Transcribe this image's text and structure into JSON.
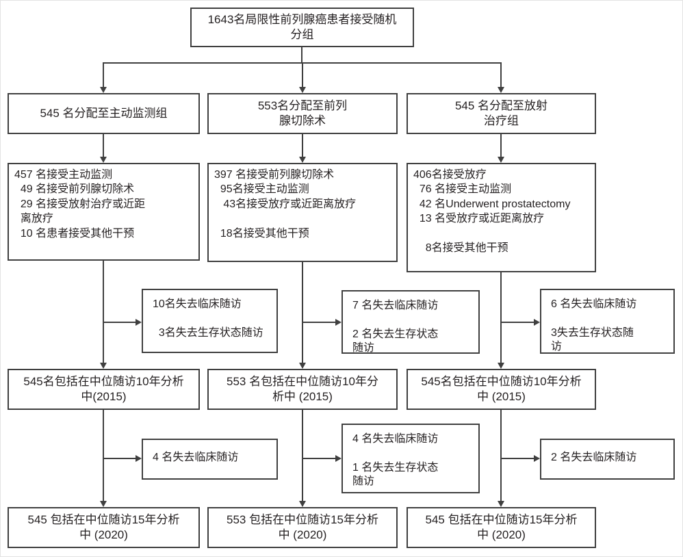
{
  "flowchart": {
    "randomization": "1643名局限性前列腺癌患者接受随机\n分组",
    "columns": [
      {
        "name": "active-monitoring",
        "allocation": "545 名分配至主动监测组",
        "treatment": "457 名接受主动监测\n  49 名接受前列腺切除术\n  29 名接受放射治疗或近距\n  离放疗\n  10 名患者接受其他干预",
        "lost_followup_1": "10名失去临床随访\n\n  3名失去生存状态随访",
        "analysis_2015": "545名包括在中位随访10年分析\n中(2015)",
        "lost_followup_2": "4 名失去临床随访",
        "analysis_2020": "545 包括在中位随访15年分析\n中 (2020)"
      },
      {
        "name": "prostatectomy",
        "allocation": "553名分配至前列\n腺切除术",
        "treatment": "397 名接受前列腺切除术\n  95名接受主动监测\n   43名接受放疗或近距离放疗\n\n  18名接受其他干预",
        "lost_followup_1": "7 名失去临床随访\n\n2 名失去生存状态\n随访",
        "analysis_2015": "553 名包括在中位随访10年分\n析中 (2015)",
        "lost_followup_2": "4 名失去临床随访\n\n1 名失去生存状态\n随访",
        "analysis_2020": "553 包括在中位随访15年分析\n中 (2020)"
      },
      {
        "name": "radiotherapy",
        "allocation": "545 名分配至放射\n治疗组",
        "treatment": "406名接受放疗\n  76 名接受主动监测\n  42 名Underwent prostatectomy\n  13 名受放疗或近距离放疗\n\n    8名接受其他干预",
        "lost_followup_1": "6 名失去临床随访\n\n3失去生存状态随\n访",
        "analysis_2015": "545名包括在中位随访10年分析\n中 (2015)",
        "lost_followup_2": "2 名失去临床随访",
        "analysis_2020": "545 包括在中位随访15年分析\n中 (2020)"
      }
    ]
  },
  "colors": {
    "line": "#3f3f3f",
    "text": "#231f20",
    "background": "#ffffff"
  }
}
